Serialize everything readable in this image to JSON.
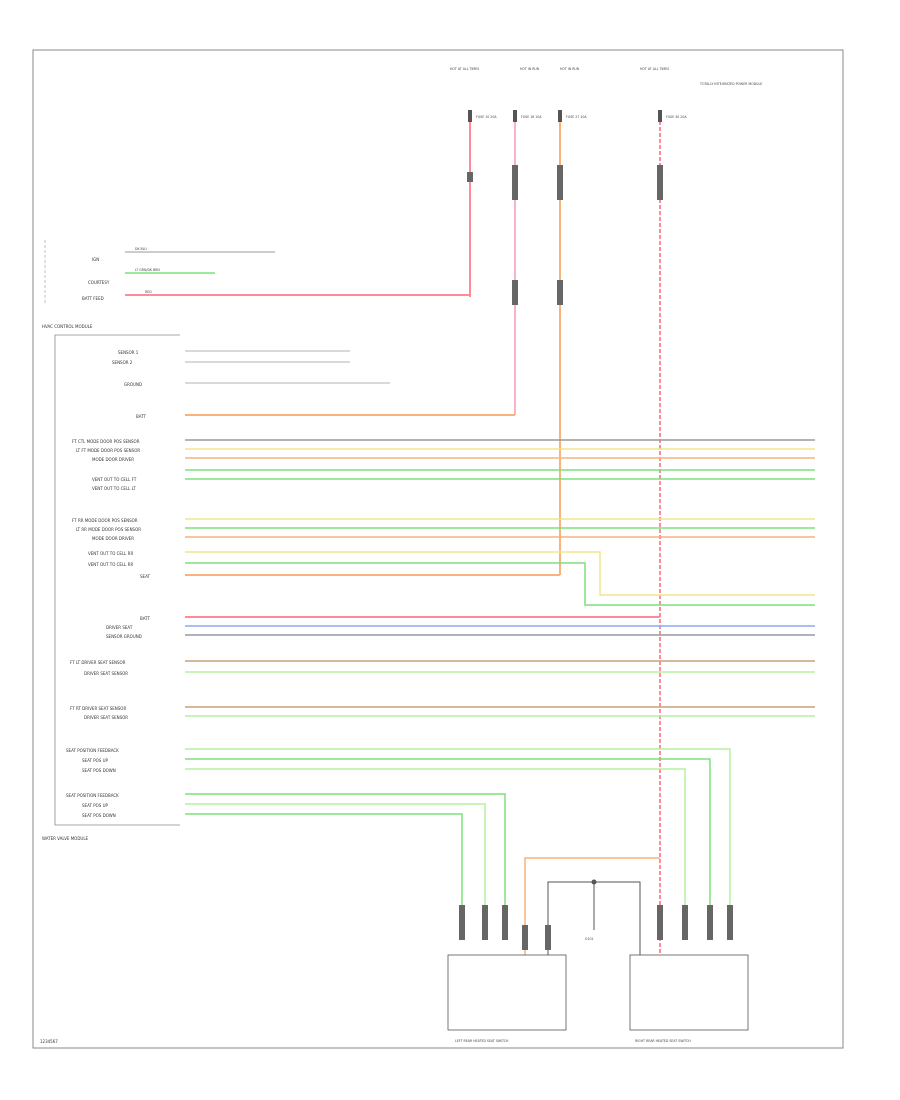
{
  "frame": {
    "footer_code": "1234567",
    "border_color": "#8a8a8a"
  },
  "fuses": [
    {
      "name": "HOT AT ALL TIMES",
      "ref": "FUSE 10 20A"
    },
    {
      "name": "HOT IN RUN",
      "ref": "FUSE 18 10A"
    },
    {
      "name": "HOT IN RUN",
      "ref": "FUSE 27 10A"
    },
    {
      "name": "HOT AT ALL TIMES",
      "ref": "FUSE 40 20A"
    }
  ],
  "top_labels": {
    "totally_integrated_power_module": "TOTALLY INTEGRATED POWER MODULE"
  },
  "switch_block": {
    "inputs": [
      "IGN",
      "COURTESY",
      "BATT FEED"
    ],
    "wire_colors": [
      "DK BLU",
      "LT GRN/DK BRN",
      "RED"
    ]
  },
  "module": {
    "title": "HVAC CONTROL MODULE",
    "footer": "WATER VALVE MODULE"
  },
  "pin_groups": [
    {
      "rows": [
        "SENSOR 1",
        "SENSOR 2",
        "GROUND",
        "BATT"
      ]
    },
    {
      "rows": [
        "FT CTL MODE DOOR POS SENSOR",
        "LT FT MODE DOOR POS SENSOR",
        "MODE DOOR DRIVER",
        "VENT OUT TO CELL FT",
        "VENT OUT TO CELL LT"
      ]
    },
    {
      "rows": [
        "FT RR MODE DOOR POS SENSOR",
        "LT RR MODE DOOR POS SENSOR",
        "MODE DOOR DRIVER",
        "VENT OUT TO CELL RR",
        "VENT OUT TO CELL RR",
        "SEAT"
      ]
    },
    {
      "rows": [
        "BATT",
        "DRIVER SEAT",
        "SENSOR GROUND"
      ]
    },
    {
      "rows": [
        "FT LT DRIVER SEAT SENSOR",
        "DRIVER SEAT SENSOR"
      ]
    },
    {
      "rows": [
        "FT RT DRIVER SEAT SENSOR",
        "DRIVER SEAT SENSOR"
      ]
    },
    {
      "rows": [
        "SEAT POSITION FEEDBACK",
        "SEAT POS UP",
        "SEAT POS DOWN"
      ]
    },
    {
      "rows": [
        "SEAT POSITION FEEDBACK",
        "SEAT POS UP",
        "SEAT POS DOWN"
      ]
    }
  ],
  "bottom_connectors": [
    {
      "name": "LEFT REAR HEATED SEAT SWITCH"
    },
    {
      "name": "RIGHT REAR HEATED SEAT SWITCH"
    }
  ],
  "ground": {
    "label": "G101"
  },
  "colors": {
    "red": "#ff8a9a",
    "pink": "#f7b3c8",
    "orange": "#f7b37a",
    "green": "#7fe07a",
    "lightgreen": "#b6f0a0",
    "yellow": "#f2e58a",
    "blue": "#8fa8f0",
    "gray": "#9a9a9a",
    "brown": "#c9a27a"
  }
}
